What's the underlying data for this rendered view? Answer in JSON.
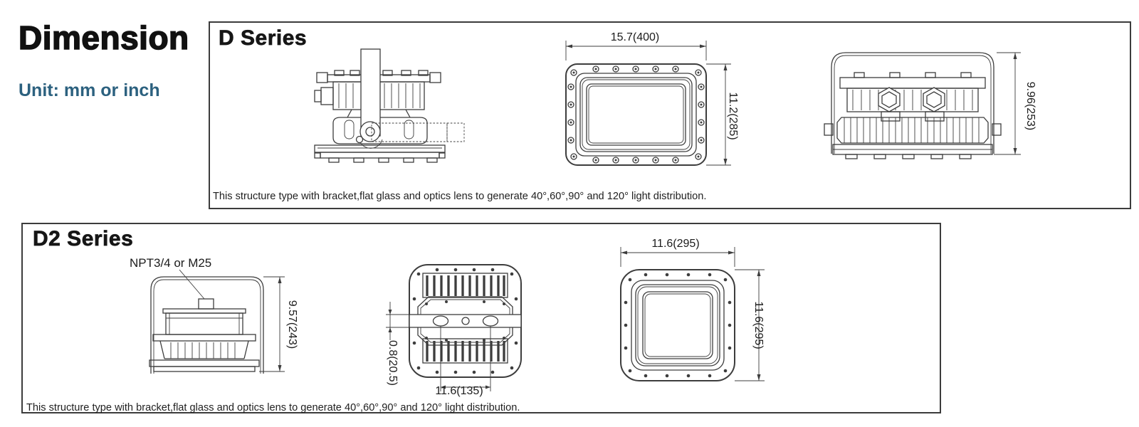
{
  "header": {
    "title": "Dimension",
    "unit": "Unit: mm or inch"
  },
  "colors": {
    "accent_blue": "#2c617f",
    "line": "#3d3d3d"
  },
  "d_series": {
    "title": "D Series",
    "caption": "This structure type with bracket,flat glass and optics lens to generate 40°,60°,90° and 120° light distribution.",
    "front_width": "15.7(400)",
    "front_height": "11.2(285)",
    "rear_height": "9.96(253)"
  },
  "d2_series": {
    "title": "D2 Series",
    "npt_label": "NPT3/4 or M25",
    "caption": "This structure type with bracket,flat glass and optics lens to generate 40°,60°,90° and 120° light distribution.",
    "side_height": "9.57(243)",
    "back_offset": "0.8(20.5)",
    "back_slot_spacing": "11.6(135)",
    "front_width": "11.6(295)",
    "front_height": "11.6(295)"
  }
}
